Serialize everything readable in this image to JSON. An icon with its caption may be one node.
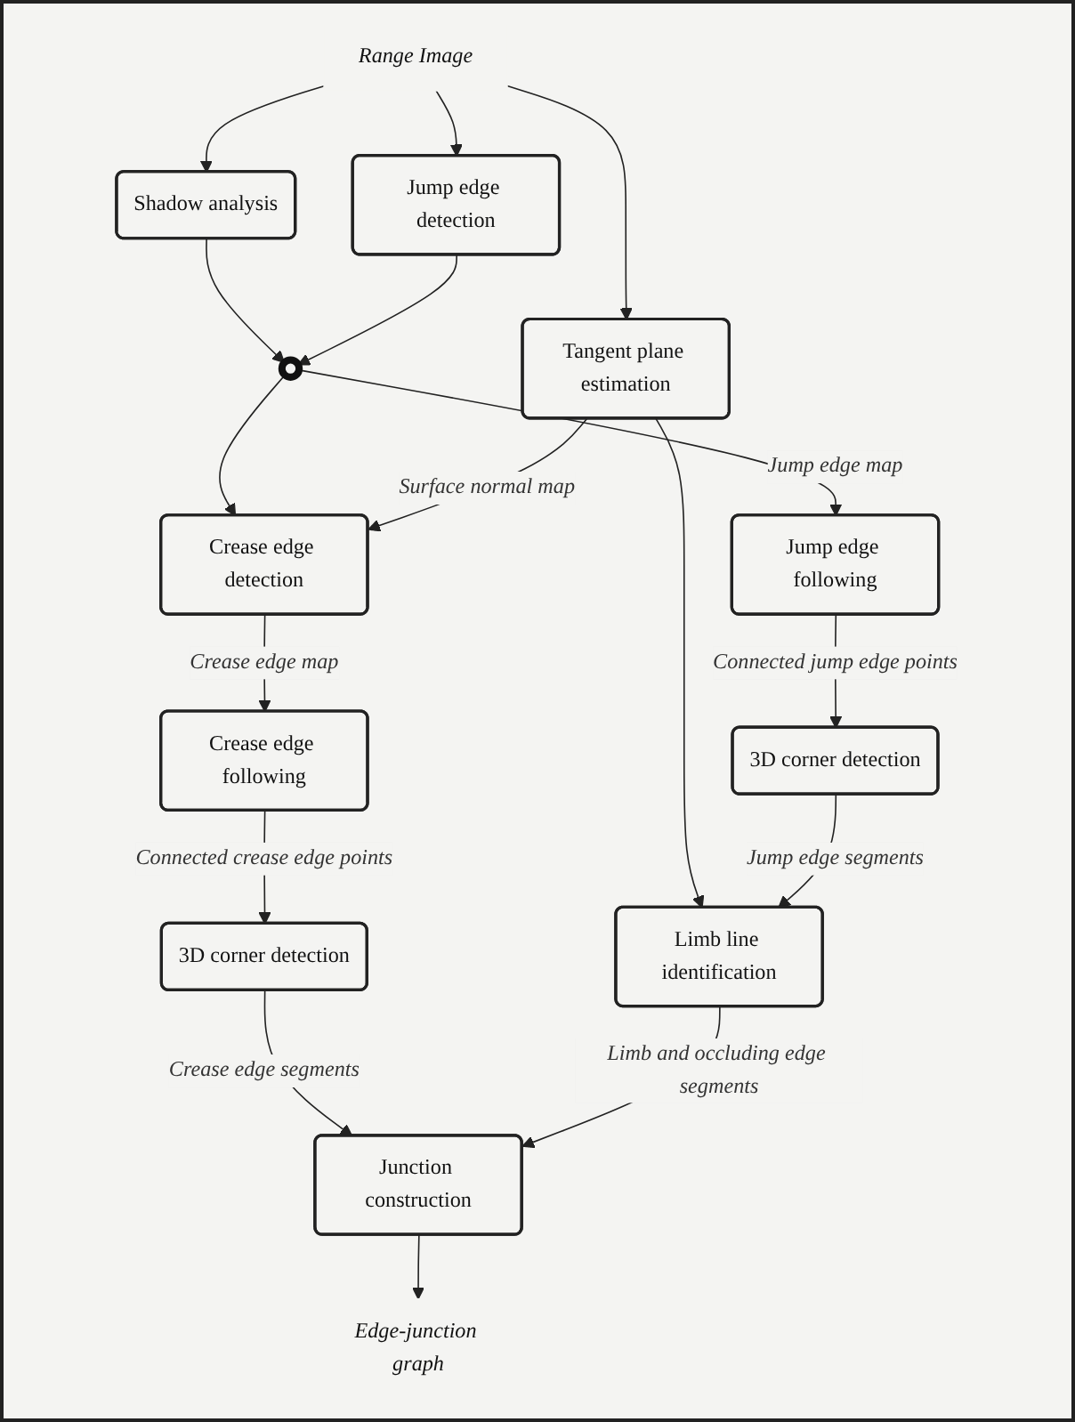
{
  "diagram": {
    "nodes": [
      {
        "text": [
          "Range Image"
        ]
      },
      {
        "text": [
          "Shadow analysis"
        ]
      },
      {
        "text": [
          "Jump edge detection"
        ]
      },
      {
        "text": [
          "Tangent plane estimation"
        ]
      },
      {
        "text": [],
        "shape": "circle"
      },
      {
        "text": [
          "Crease edge detection"
        ]
      },
      {
        "text": [
          "Jump edge following"
        ]
      },
      {
        "text": [
          "Crease edge following"
        ]
      },
      {
        "text": [
          "3D corner detection"
        ]
      },
      {
        "text": [
          "3D corner detection"
        ]
      },
      {
        "text": [
          "Limb line identification"
        ]
      },
      {
        "text": [
          "Junction construction"
        ]
      },
      {
        "text": [
          "Edge-junction graph"
        ]
      }
    ],
    "edges": [
      {
        "from": 0,
        "to": 1,
        "arrow": "to"
      },
      {
        "from": 0,
        "to": 2,
        "arrow": "to"
      },
      {
        "from": 0,
        "to": 3,
        "arrow": "to"
      },
      {
        "from": 1,
        "to": 4,
        "arrow": "to"
      },
      {
        "from": 2,
        "to": 4,
        "arrow": "to"
      },
      {
        "from": 4,
        "to": 5,
        "arrow": "to"
      },
      {
        "from": 3,
        "to": 5,
        "arrow": "to",
        "label": "Surface normal map"
      },
      {
        "from": 3,
        "to": 10,
        "arrow": "to"
      },
      {
        "from": 4,
        "to": 6,
        "arrow": "to",
        "label": "Jump edge map"
      },
      {
        "from": 5,
        "to": 7,
        "arrow": "to",
        "label": "Crease edge map"
      },
      {
        "from": 6,
        "to": 8,
        "arrow": "to",
        "label": "Connected jump edge points"
      },
      {
        "from": 7,
        "to": 9,
        "arrow": "to",
        "label": "Connected crease edge points"
      },
      {
        "from": 8,
        "to": 10,
        "arrow": "to",
        "label": "Jump edge segments"
      },
      {
        "from": 9,
        "to": 11,
        "arrow": "to",
        "label": "Crease edge segments"
      },
      {
        "from": 10,
        "to": 11,
        "arrow": "to",
        "label": "Limb and occluding edge segments"
      },
      {
        "from": 11,
        "to": 12,
        "arrow": "to"
      }
    ]
  }
}
